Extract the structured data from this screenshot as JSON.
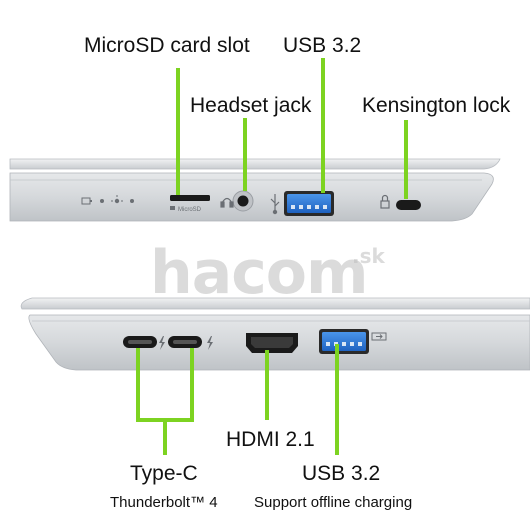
{
  "labels": {
    "microsd": "MicroSD card slot",
    "usb_top": "USB 3.2",
    "headset": "Headset jack",
    "kensington": "Kensington lock",
    "hdmi": "HDMI 2.1",
    "type_c": "Type-C",
    "usb_bottom": "USB 3.2",
    "thunderbolt": "Thunderbolt™ 4",
    "offline_charging": "Support offline charging"
  },
  "watermark": {
    "brand": "hacom",
    "tld": ".sk"
  },
  "device_text": {
    "microsd_small": "MicroSD"
  },
  "colors": {
    "callout_green": "#7dd321",
    "chassis_silver": "#d8dadd",
    "usb_blue": "#2b7ad6",
    "port_black": "#1a1a1a"
  }
}
